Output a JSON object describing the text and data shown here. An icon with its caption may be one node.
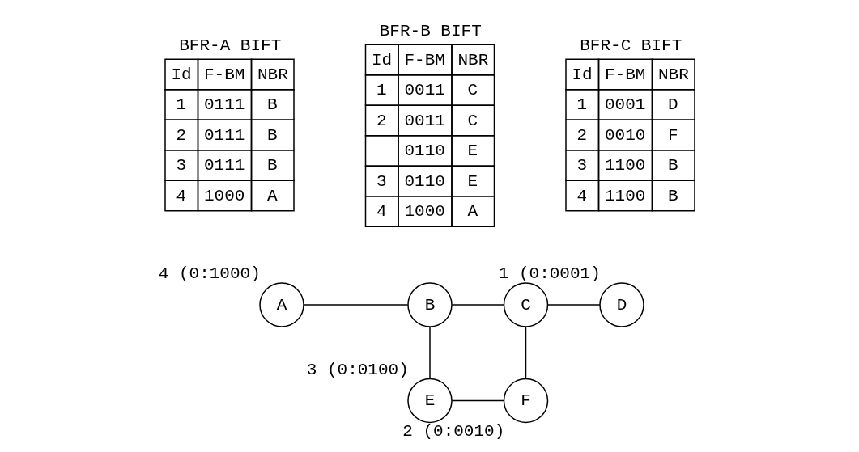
{
  "diagram": {
    "nodes": [
      {
        "text": [
          "A"
        ],
        "beside": [
          "4 (0:1000)"
        ]
      },
      {
        "text": [
          "B"
        ]
      },
      {
        "text": [
          "C"
        ]
      },
      {
        "text": [
          "D"
        ],
        "beside": [
          "1 (0:0001)"
        ]
      },
      {
        "text": [
          "E"
        ],
        "beside": [
          "3 (0:0100)"
        ]
      },
      {
        "text": [
          "F"
        ],
        "beside": [
          "2 (0:0010)"
        ]
      }
    ],
    "edges": [
      {
        "from": 0,
        "to": 1,
        "arrow": "none"
      },
      {
        "from": 1,
        "to": 2,
        "arrow": "none"
      },
      {
        "from": 2,
        "to": 3,
        "arrow": "none"
      },
      {
        "from": 1,
        "to": 4,
        "arrow": "none"
      },
      {
        "from": 2,
        "to": 5,
        "arrow": "none"
      },
      {
        "from": 4,
        "to": 5,
        "arrow": "none"
      }
    ],
    "labels": [
      "BFR-A BIFT",
      "Id",
      "F-BM",
      "NBR",
      "1",
      "0111",
      "B",
      "2",
      "0111",
      "B",
      "3",
      "0111",
      "B",
      "4",
      "1000",
      "A",
      "BFR-B BIFT",
      "Id",
      "F-BM",
      "NBR",
      "1",
      "0011",
      "C",
      "2",
      "0011",
      "C",
      "0110",
      "E",
      "3",
      "0110",
      "E",
      "4",
      "1000",
      "A",
      "BFR-C BIFT",
      "Id",
      "F-BM",
      "NBR",
      "1",
      "0001",
      "D",
      "2",
      "0010",
      "F",
      "3",
      "1100",
      "B",
      "4",
      "1100",
      "B"
    ]
  }
}
